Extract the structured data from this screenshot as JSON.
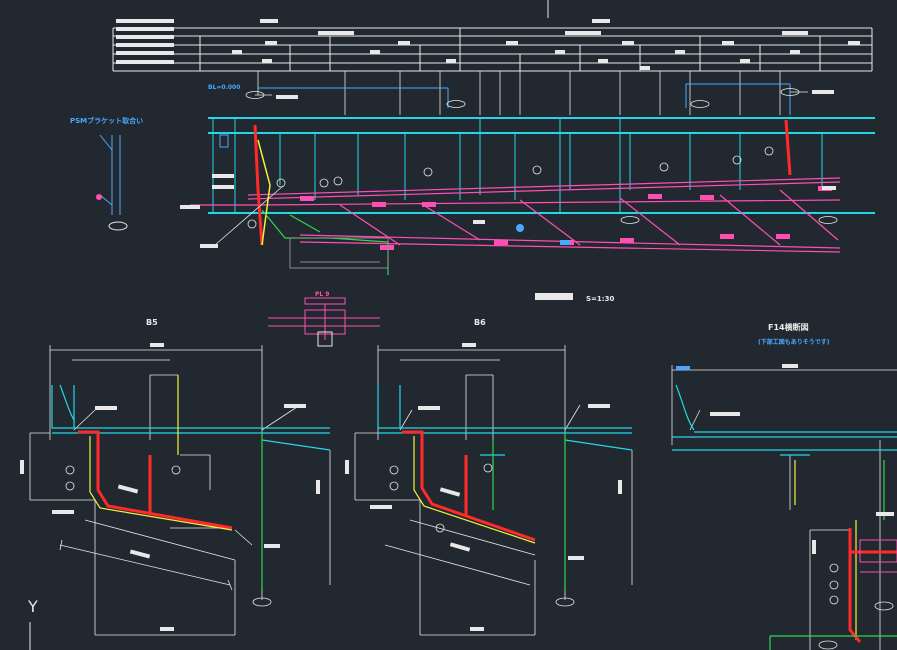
{
  "drawing": {
    "background": "#212830",
    "colors": {
      "white": "#e8e8e8",
      "cyan": "#22d8e6",
      "pink": "#ff4fb4",
      "red": "#ff2a2a",
      "yellow": "#f2f23a",
      "green": "#2ed84a",
      "blue": "#4aa8ff",
      "gray": "#8c8c8c"
    },
    "labels": {
      "bracket_title": "PSMブラケット取合い",
      "section_left": "B5",
      "section_mid": "B6",
      "section_right_title": "F14横断図",
      "section_right_sub": "(下部工図もありそうです)",
      "scale_note": "S=1:30",
      "y_axis": "Y"
    }
  }
}
